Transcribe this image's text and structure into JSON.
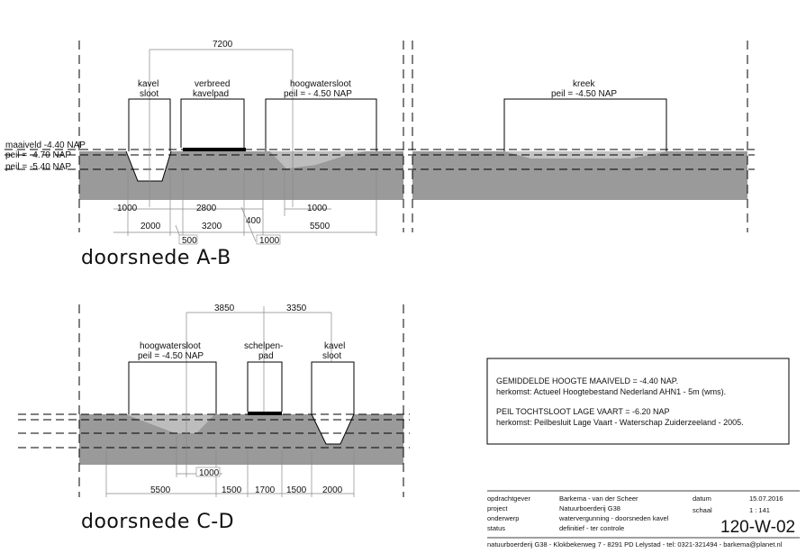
{
  "section_ab": {
    "title": "doorsnede A-B",
    "dim_top": "7200",
    "label_kavelsloot": [
      "kavel",
      "sloot"
    ],
    "label_kavelpad": [
      "verbreed",
      "kavelpad"
    ],
    "label_hoogwatersloot": [
      "hoogwatersloot",
      "peil = - 4.50 NAP"
    ],
    "label_kreek": [
      "kreek",
      "peil = -4.50 NAP"
    ],
    "level_maaiveld": "maaiveld  -4.40 NAP",
    "level_peil1": "peil = -4.70 NAP",
    "level_peil2": "peil = -5.40 NAP",
    "dims_row1": [
      "1000",
      "2800",
      "1000"
    ],
    "dims_row2": [
      "2000",
      "3200",
      "400",
      "5500"
    ],
    "dims_row3": [
      "500",
      "1000"
    ]
  },
  "section_cd": {
    "title": "doorsnede C-D",
    "dim_top_left": "3850",
    "dim_top_right": "3350",
    "label_hoogwatersloot": [
      "hoogwatersloot",
      "peil = -4.50 NAP"
    ],
    "label_schelpenpad": [
      "schelpen-",
      "pad"
    ],
    "label_kavelsloot": [
      "kavel",
      "sloot"
    ],
    "dim_inner": "1000",
    "dims_bottom": [
      "5500",
      "1500",
      "1700",
      "1500",
      "2000"
    ]
  },
  "notes": {
    "line1": "GEMIDDELDE HOOGTE MAAIVELD = -4.40 NAP.",
    "line2": "herkomst: Actueel Hoogtebestand Nederland AHN1 - 5m (wms).",
    "line3": "PEIL TOCHTSLOOT LAGE VAART = -6.20 NAP",
    "line4": "herkomst: Peilbesluit Lage Vaart - Waterschap Zuiderzeeland - 2005."
  },
  "title_block": {
    "opdrachtgever_label": "opdrachtgever",
    "opdrachtgever_value": "Barkema - van der Scheer",
    "project_label": "project",
    "project_value": "Natuurboerderij G38",
    "onderwerp_label": "onderwerp",
    "onderwerp_value": "watervergunning - doorsneden kavel",
    "status_label": "status",
    "status_value": "definitief - ter controle",
    "datum_label": "datum",
    "datum_value": "15.07.2016",
    "schaal_label": "schaal",
    "schaal_value": "1 : 141",
    "drawing_number": "120-W-02",
    "footer": "natuurboerderij G38 - Klokbekerweg 7 - 8291 PD Lelystad - tel: 0321-321494 - barkema@planet.nl"
  }
}
